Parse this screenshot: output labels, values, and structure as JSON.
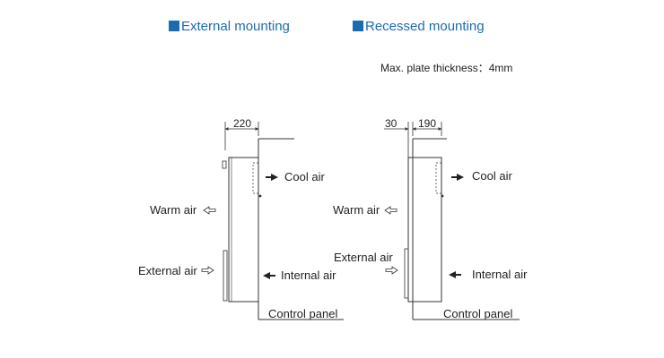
{
  "headings": {
    "external": "External mounting",
    "recessed": "Recessed mounting"
  },
  "note": "Max. plate thickness：4mm",
  "external_diagram": {
    "dimension": "220",
    "labels": {
      "cool_air": "Cool air",
      "warm_air": "Warm air",
      "external_air": "External air",
      "internal_air": "Internal air",
      "control_panel": "Control panel"
    }
  },
  "recessed_diagram": {
    "dimension_left": "30",
    "dimension_right": "190",
    "labels": {
      "cool_air": "Cool air",
      "warm_air": "Warm air",
      "external_air": "External air",
      "internal_air": "Internal air",
      "control_panel": "Control panel"
    }
  },
  "colors": {
    "heading_blue": "#1a6bb0",
    "line": "#333333"
  }
}
